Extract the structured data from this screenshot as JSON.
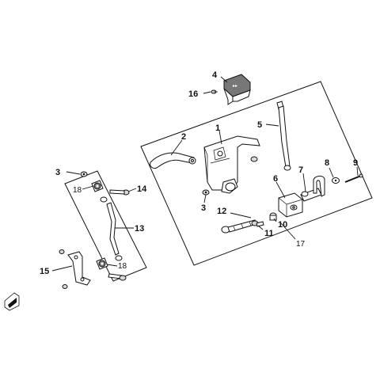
{
  "callouts": {
    "c1": "1",
    "c2": "2",
    "c3a": "3",
    "c3b": "3",
    "c4": "4",
    "c5": "5",
    "c6": "6",
    "c7": "7",
    "c8": "8",
    "c9": "9",
    "c10": "10",
    "c11": "11",
    "c12": "12",
    "c13": "13",
    "c14": "14",
    "c15": "15",
    "c16": "16",
    "c17": "17",
    "c18a": "18",
    "c18b": "18"
  },
  "icons": {
    "corner_symbol": "fwd-direction-icon"
  }
}
